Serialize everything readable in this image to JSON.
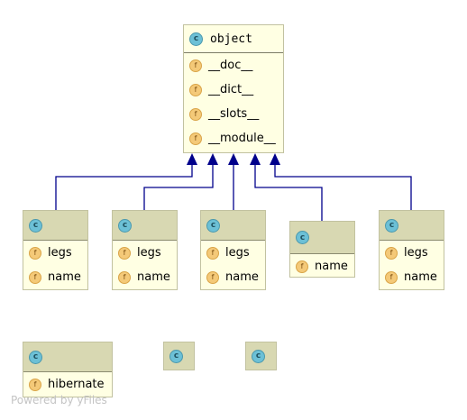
{
  "diagram": {
    "parent": {
      "icon": "class-icon",
      "icon_letter": "c",
      "title": "object",
      "fields": [
        "__doc__",
        "__dict__",
        "__slots__",
        "__module__"
      ]
    },
    "children": [
      {
        "icon_letter": "c",
        "fields": [
          "legs",
          "name"
        ]
      },
      {
        "icon_letter": "c",
        "fields": [
          "legs",
          "name"
        ]
      },
      {
        "icon_letter": "c",
        "fields": [
          "legs",
          "name"
        ]
      },
      {
        "icon_letter": "c",
        "fields": [
          "name"
        ]
      },
      {
        "icon_letter": "c",
        "fields": [
          "legs",
          "name"
        ]
      }
    ],
    "standalone": [
      {
        "icon_letter": "c",
        "fields": [
          "hibernate"
        ]
      },
      {
        "icon_letter": "c",
        "fields": []
      },
      {
        "icon_letter": "c",
        "fields": []
      }
    ],
    "field_icon_letter": "f",
    "edge_color": "#00008b"
  },
  "footer": {
    "text": "Powered by yFiles"
  }
}
